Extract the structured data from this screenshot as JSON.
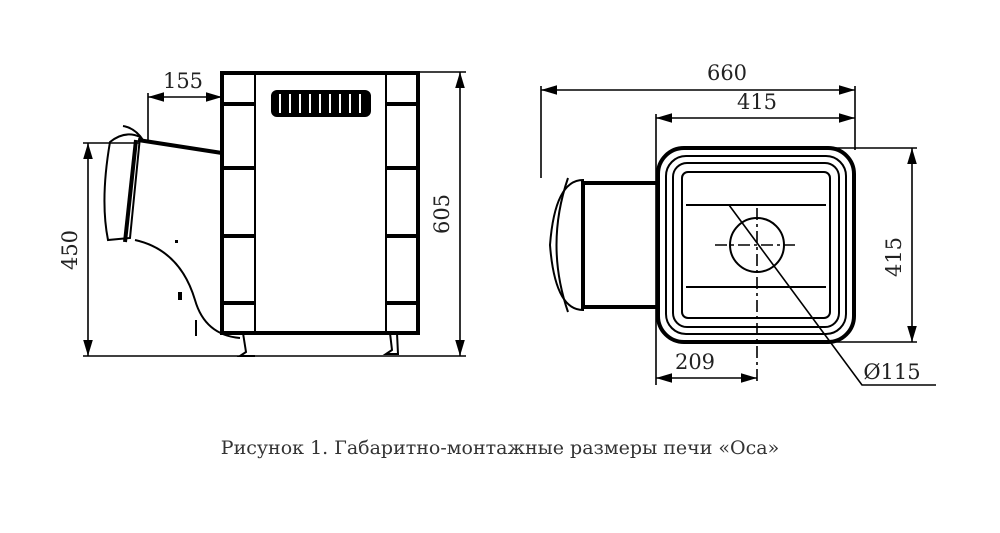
{
  "side_view": {
    "dim_top_offset": "155",
    "dim_height_total": "605",
    "dim_height_door": "450"
  },
  "top_view": {
    "dim_total_length": "660",
    "dim_body_width": "415",
    "dim_body_depth": "415",
    "dim_chimney_offset": "209",
    "dim_chimney_diameter": "Ø115"
  },
  "caption": "Рисунок 1.  Габаритно-монтажные размеры печи «Оса»"
}
